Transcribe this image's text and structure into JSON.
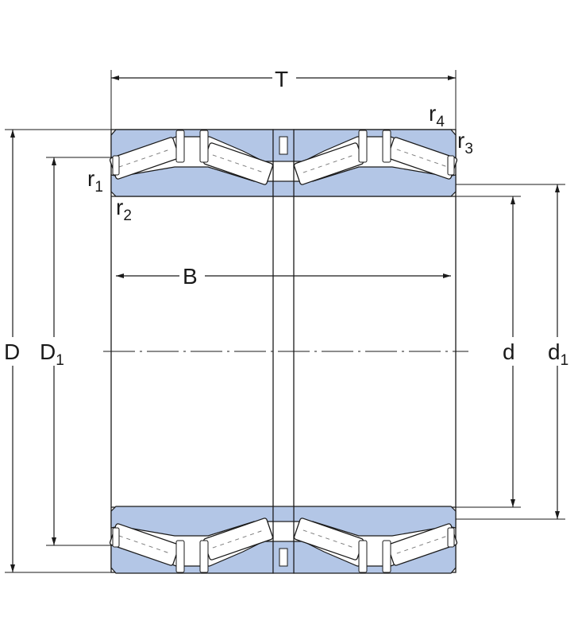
{
  "labels": {
    "T": "T",
    "B": "B",
    "D": "D",
    "D1_main": "D",
    "D1_sub": "1",
    "d": "d",
    "d1_main": "d",
    "d1_sub": "1",
    "r1_main": "r",
    "r1_sub": "1",
    "r2_main": "r",
    "r2_sub": "2",
    "r3_main": "r",
    "r3_sub": "3",
    "r4_main": "r",
    "r4_sub": "4"
  },
  "colors": {
    "ring_fill": "#b3c6e6",
    "line": "#1a1a1a"
  }
}
